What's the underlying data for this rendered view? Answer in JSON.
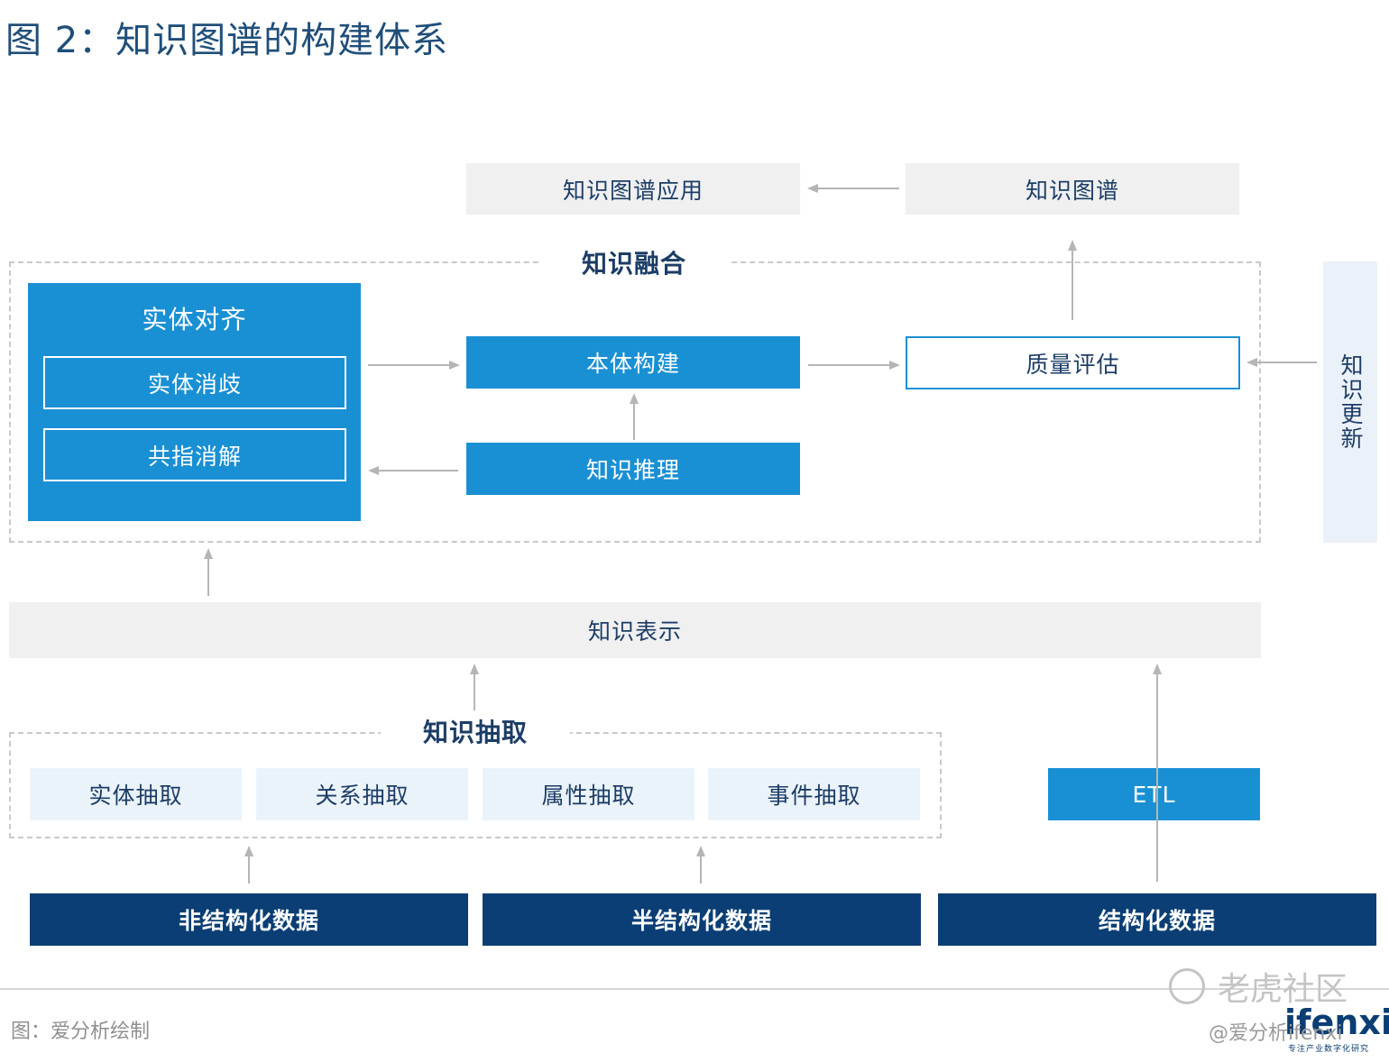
{
  "title": "图 2：知识图谱的构建体系",
  "nodes": {
    "kg_app": "知识图谱应用",
    "kg": "知识图谱",
    "fusion_label": "知识融合",
    "entity_align": "实体对齐",
    "entity_disamb": "实体消歧",
    "coref": "共指消解",
    "ontology": "本体构建",
    "reasoning": "知识推理",
    "quality": "质量评估",
    "update": "知识更新",
    "representation": "知识表示",
    "extraction_label": "知识抽取",
    "entity_extract": "实体抽取",
    "relation_extract": "关系抽取",
    "attribute_extract": "属性抽取",
    "event_extract": "事件抽取",
    "etl": "ETL",
    "unstructured": "非结构化数据",
    "semistructured": "半结构化数据",
    "structured": "结构化数据"
  },
  "caption": "图：爱分析绘制",
  "watermark": {
    "site": "老虎社区",
    "handle": "@爱分析ifenxi",
    "logo": "ifenxi",
    "logo_sub": "专注产业数字化研究"
  },
  "colors": {
    "blue": "#1a90d4",
    "navy": "#0a3e74",
    "gray": "#f0f0f1",
    "light": "#ebf3fa",
    "arrow": "#b5b5b5"
  }
}
